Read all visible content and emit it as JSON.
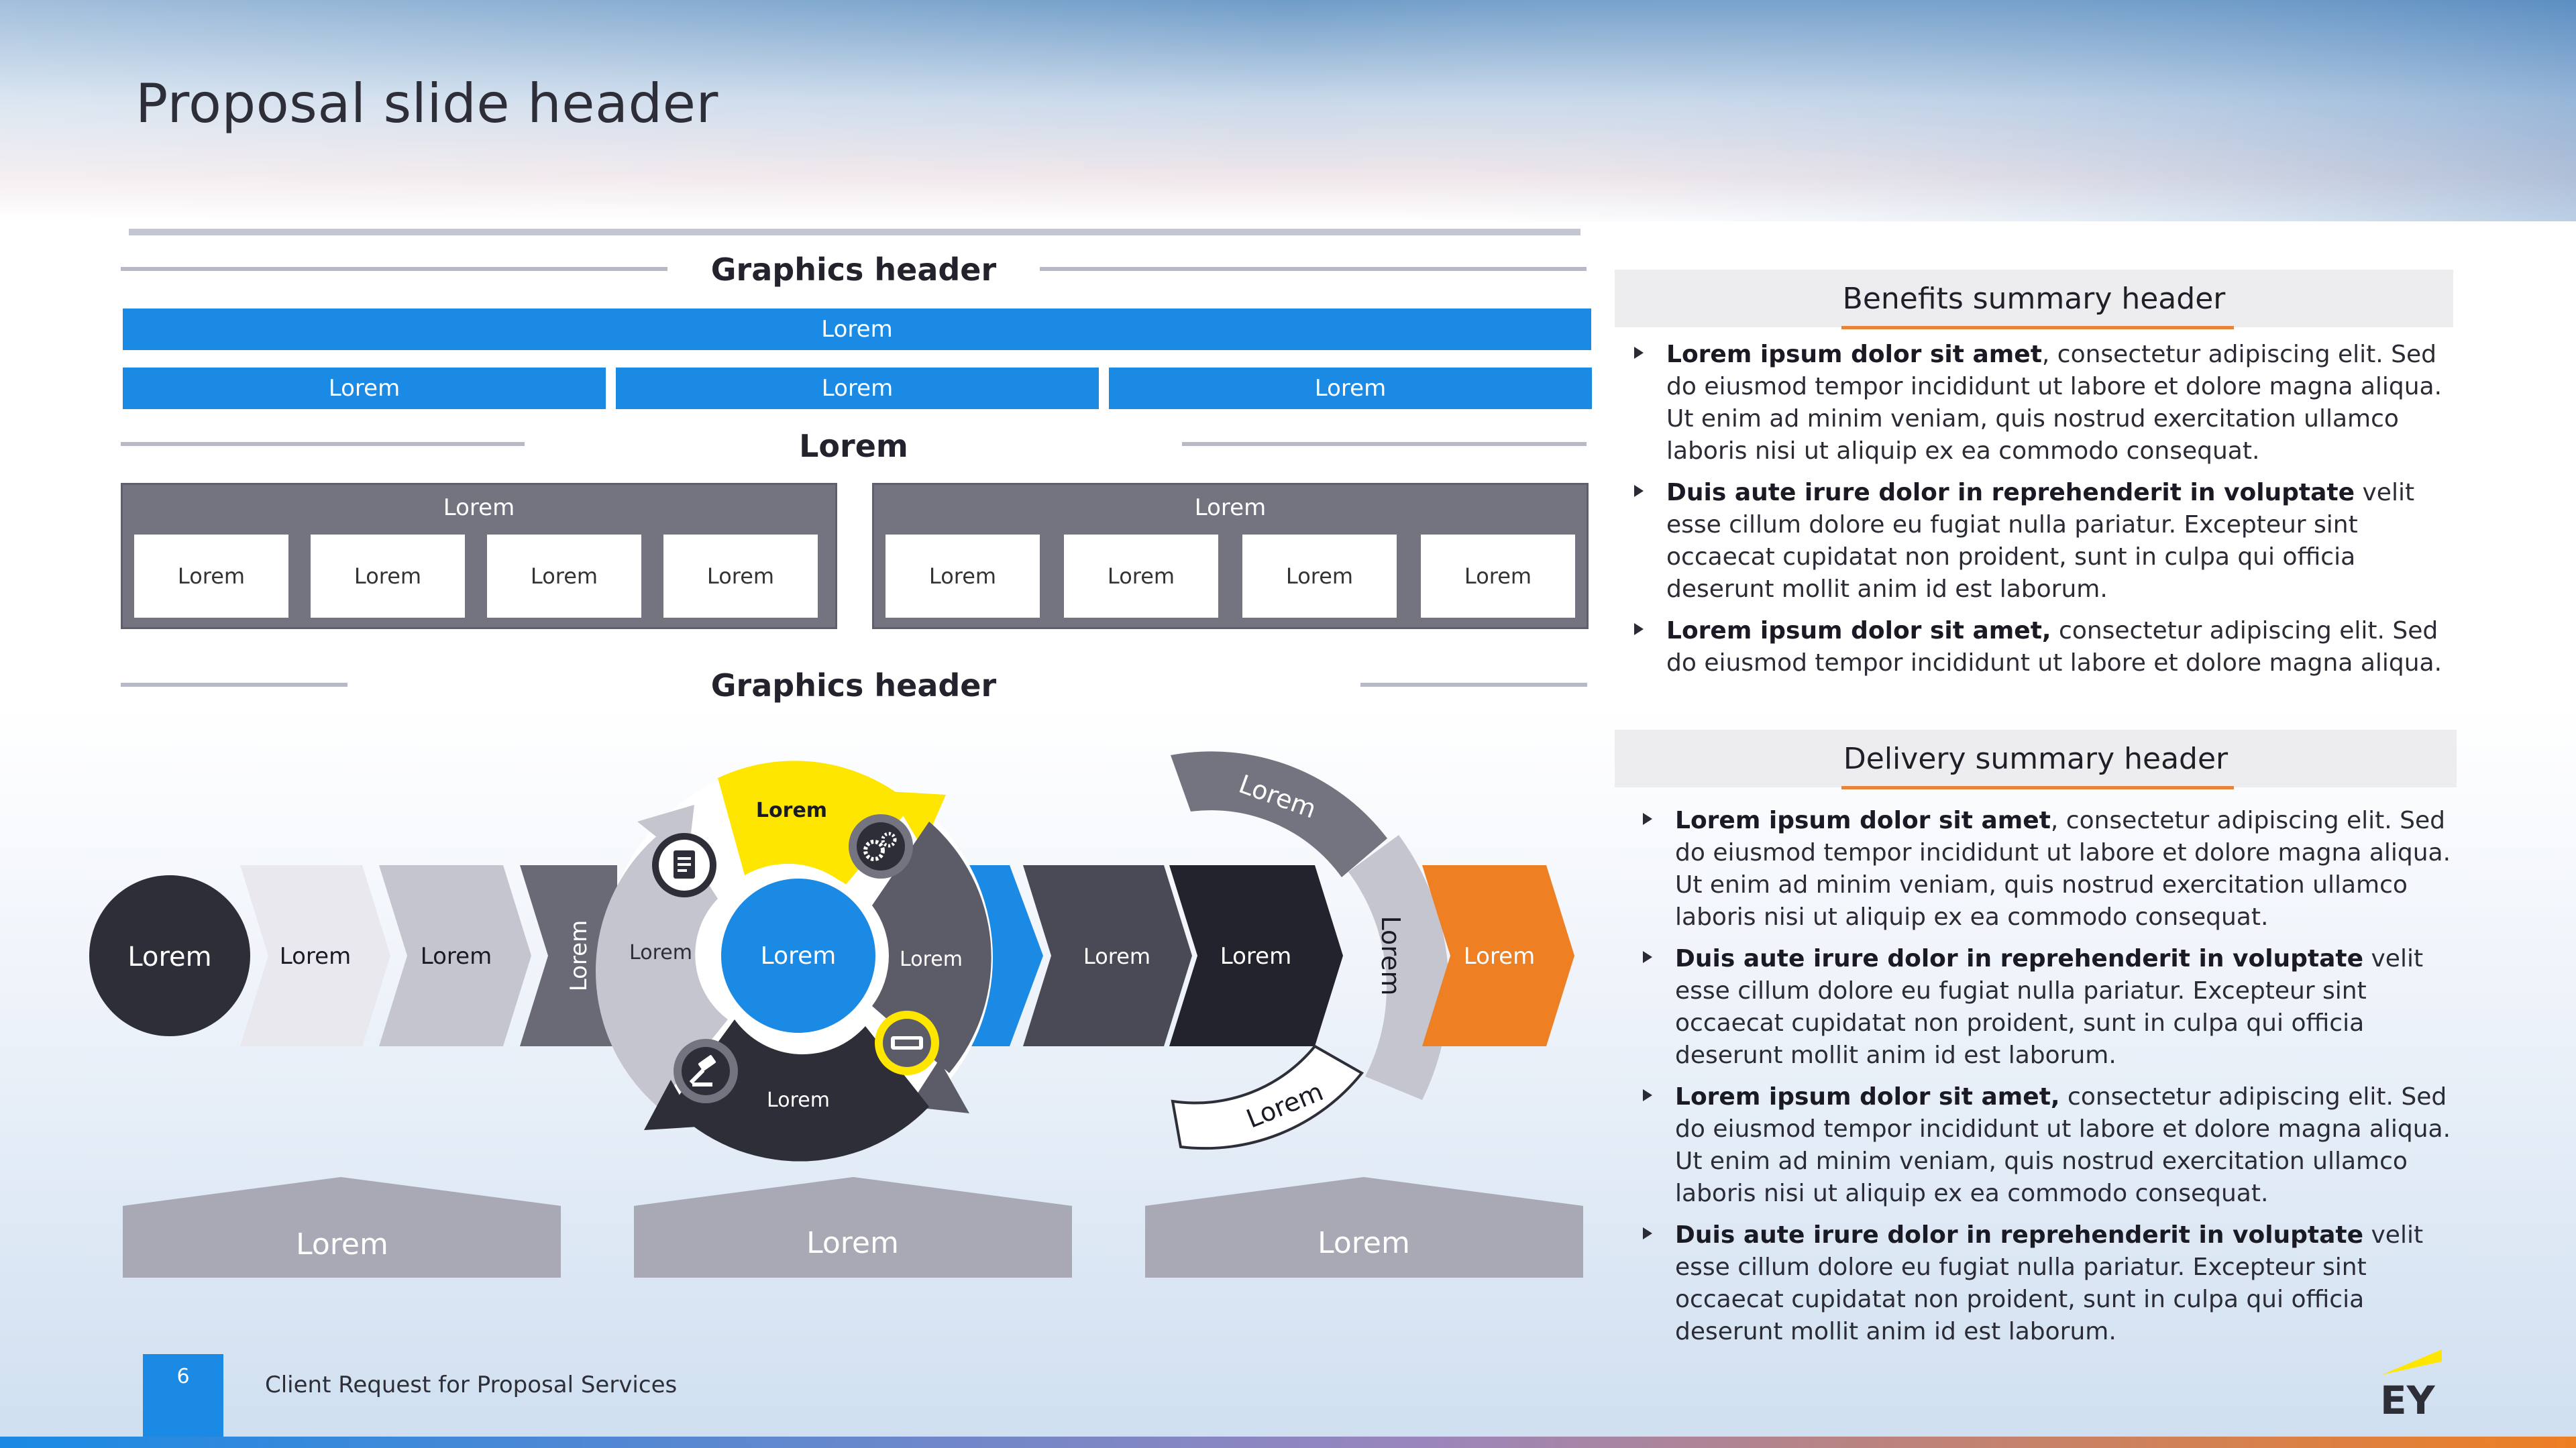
{
  "slide": {
    "title": "Proposal slide header",
    "page_number": "6",
    "footer": "Client Request for Proposal Services",
    "logo": "EY"
  },
  "graphics_top": {
    "header": "Graphics header",
    "bar_full": "Lorem",
    "bars": [
      "Lorem",
      "Lorem",
      "Lorem"
    ],
    "subheader": "Lorem",
    "groups": [
      {
        "label": "Lorem",
        "items": [
          "Lorem",
          "Lorem",
          "Lorem",
          "Lorem"
        ]
      },
      {
        "label": "Lorem",
        "items": [
          "Lorem",
          "Lorem",
          "Lorem",
          "Lorem"
        ]
      }
    ]
  },
  "graphics_bottom": {
    "header": "Graphics header",
    "start_circle": "Lorem",
    "chevrons": [
      "Lorem",
      "Lorem"
    ],
    "vertical_chevron": "Lorem",
    "cycle": {
      "center": "Lorem",
      "top": "Lorem",
      "left": "Lorem",
      "right": "Lorem",
      "bottom": "Lorem",
      "icons": [
        "document-icon",
        "gears-icon",
        "handshake-icon",
        "gavel-icon"
      ]
    },
    "dark_chevrons": [
      "Lorem",
      "Lorem"
    ],
    "arc_labels": [
      "Lorem",
      "Lorem",
      "Lorem"
    ],
    "end_chevron": "Lorem",
    "pillars": [
      "Lorem",
      "Lorem",
      "Lorem"
    ]
  },
  "benefits": {
    "header": "Benefits summary header",
    "items": [
      {
        "bold": "Lorem ipsum dolor sit amet",
        "text": ", consectetur adipiscing elit. Sed do eiusmod tempor incididunt ut labore et dolore magna aliqua. Ut enim ad minim veniam, quis nostrud exercitation ullamco laboris nisi ut aliquip ex ea commodo consequat."
      },
      {
        "bold": "Duis aute irure dolor in reprehenderit in voluptate",
        "text": " velit esse cillum dolore eu fugiat nulla pariatur. Excepteur sint occaecat cupidatat non proident, sunt in culpa qui officia deserunt mollit anim id est laborum."
      },
      {
        "bold": "Lorem ipsum dolor sit amet,",
        "text": " consectetur adipiscing elit. Sed do eiusmod tempor incididunt ut labore et dolore magna aliqua."
      }
    ]
  },
  "delivery": {
    "header": "Delivery summary header",
    "items": [
      {
        "bold": "Lorem ipsum dolor sit amet",
        "text": ", consectetur adipiscing elit. Sed do eiusmod tempor incididunt ut labore et dolore magna aliqua. Ut enim ad minim veniam, quis nostrud exercitation ullamco laboris nisi ut aliquip ex ea commodo consequat."
      },
      {
        "bold": "Duis aute irure dolor in reprehenderit in voluptate",
        "text": " velit esse cillum dolore eu fugiat nulla pariatur. Excepteur sint occaecat cupidatat non proident, sunt in culpa qui officia deserunt mollit anim id est laborum."
      },
      {
        "bold": "Lorem ipsum dolor sit amet,",
        "text": " consectetur adipiscing elit. Sed do eiusmod tempor incididunt ut labore et dolore magna aliqua. Ut enim ad minim veniam, quis nostrud exercitation ullamco laboris nisi ut aliquip ex ea commodo consequat."
      },
      {
        "bold": "Duis aute irure dolor in reprehenderit in voluptate",
        "text": " velit esse cillum dolore eu fugiat nulla pariatur. Excepteur sint occaecat cupidatat non proident, sunt in culpa qui officia deserunt mollit anim id est laborum."
      }
    ]
  },
  "colors": {
    "accent_blue": "#1a8ae4",
    "accent_yellow": "#ffe600",
    "accent_orange": "#ee7f22",
    "dark": "#2e2e38",
    "grey": "#747480"
  }
}
